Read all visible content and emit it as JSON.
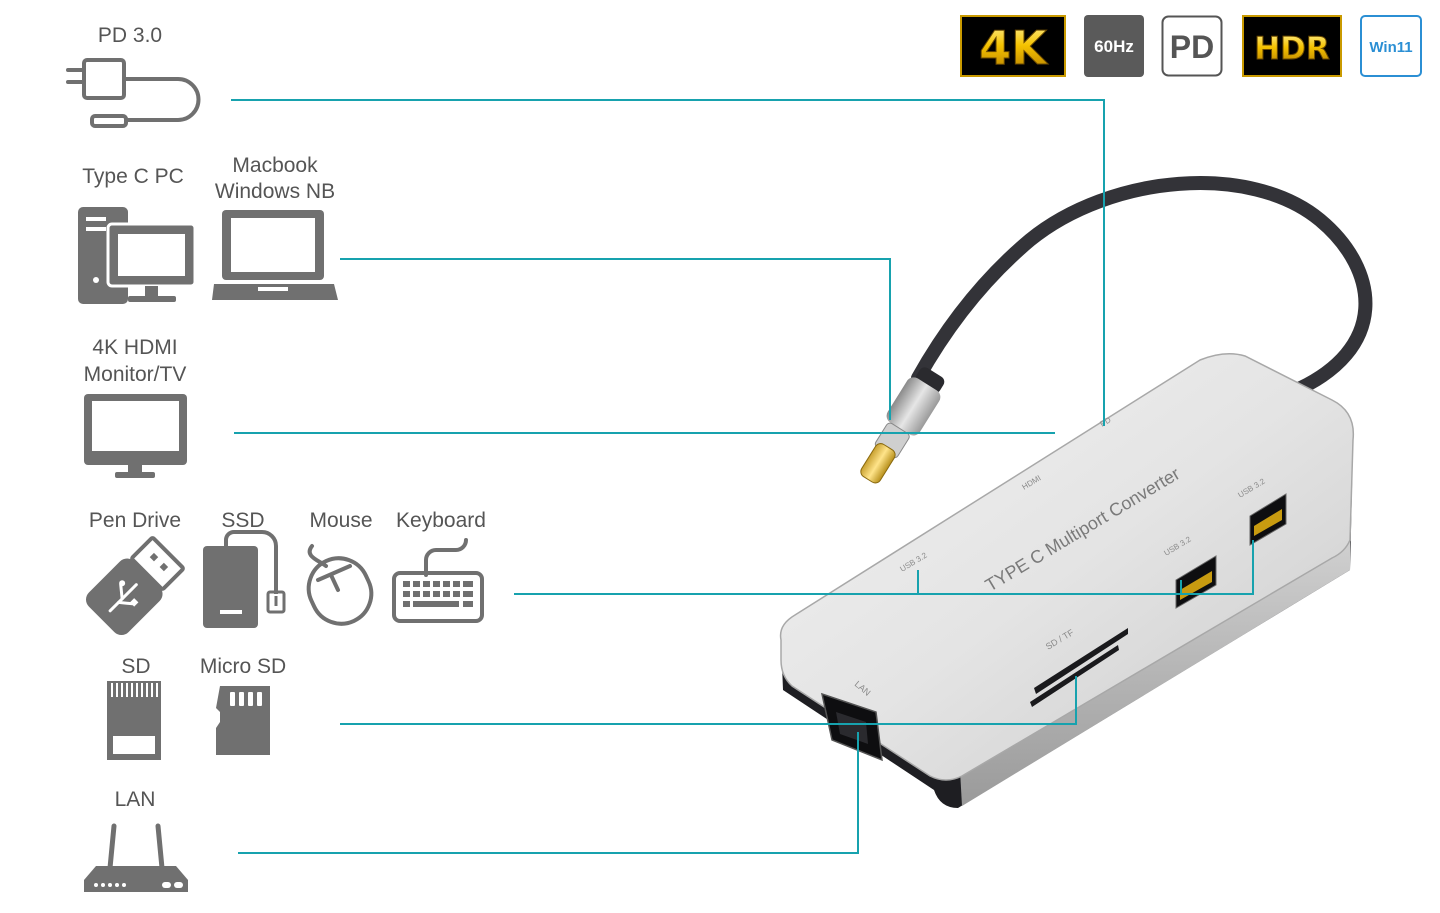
{
  "badges": {
    "k4": "4K",
    "hz": "60Hz",
    "pd": "PD",
    "hdr": "HDR",
    "win": "Win11"
  },
  "devices": {
    "pd": "PD 3.0",
    "type_c_pc": "Type C PC",
    "macbook": "Macbook",
    "windows_nb": "Windows NB",
    "hdmi": "4K HDMI",
    "monitor_tv": "Monitor/TV",
    "pen_drive": "Pen Drive",
    "ssd": "SSD",
    "mouse": "Mouse",
    "keyboard": "Keyboard",
    "sd": "SD",
    "micro_sd": "Micro SD",
    "lan": "LAN"
  },
  "hub": {
    "title": "TYPE C  Multiport Converter",
    "port_pd": "PD",
    "port_hdmi": "HDMI",
    "port_usb_left": "USB 3.2",
    "port_usb_mid": "USB 3.2",
    "port_usb_right": "USB 3.2",
    "port_sd": "SD / TF",
    "port_lan": "LAN"
  },
  "colors": {
    "line": "#17a2ae",
    "icon": "#707070",
    "label": "#555555",
    "gold": "#f5c200",
    "win_blue": "#2b8fd4"
  }
}
